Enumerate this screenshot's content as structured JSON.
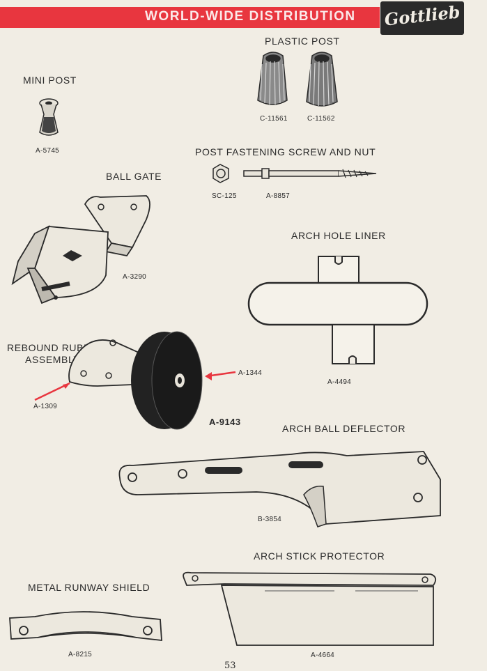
{
  "header": {
    "banner": "WORLD-WIDE DISTRIBUTION",
    "logo": "Gottlieb"
  },
  "items": {
    "plastic_post": {
      "title": "PLASTIC POST",
      "part1": "C-11561",
      "part2": "C-11562"
    },
    "mini_post": {
      "title": "MINI POST",
      "part": "A-5745"
    },
    "fastening": {
      "title": "POST FASTENING SCREW AND NUT",
      "part1": "SC-125",
      "part2": "A-8857"
    },
    "ball_gate": {
      "title": "BALL GATE",
      "part": "A-3290"
    },
    "arch_hole_liner": {
      "title": "ARCH HOLE LINER",
      "part": "A-4494"
    },
    "rebound": {
      "title_line1": "REBOUND RUBBER",
      "title_line2": "ASSEMBLY",
      "part_bracket": "A-1309",
      "part_rubber": "A-1344",
      "assembly": "A-9143"
    },
    "arch_ball_deflector": {
      "title": "ARCH BALL DEFLECTOR",
      "part": "B-3854"
    },
    "arch_stick_protector": {
      "title": "ARCH STICK PROTECTOR",
      "part": "A-4664"
    },
    "metal_runway_shield": {
      "title": "METAL RUNWAY SHIELD",
      "part": "A-8215"
    }
  },
  "page_number": "53",
  "accent_color": "#e8363f"
}
